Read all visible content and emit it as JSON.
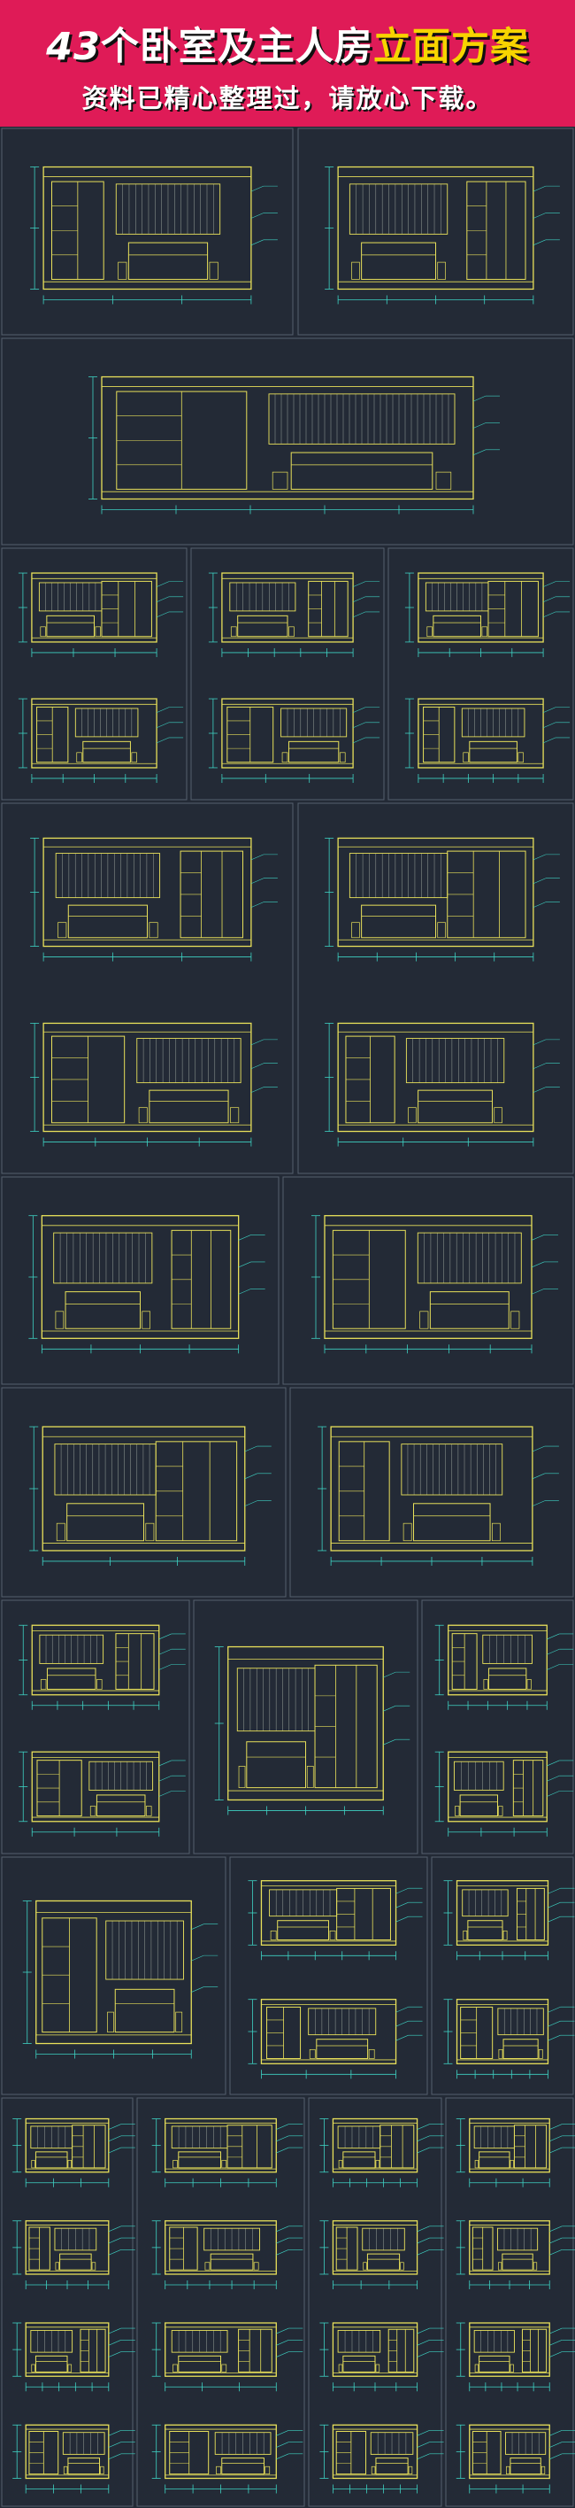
{
  "banner": {
    "title_num": "43",
    "title_mid": "个卧室及主人房",
    "title_hl": "立面方案",
    "subtitle": "资料已精心整理过，请放心下载。"
  },
  "colors": {
    "banner": "#df1b57",
    "background": "#232a36",
    "frame": "#56606e",
    "drawing": "#e8e05a",
    "dimension": "#3ed2c3",
    "title_highlight": "#f7d400"
  }
}
